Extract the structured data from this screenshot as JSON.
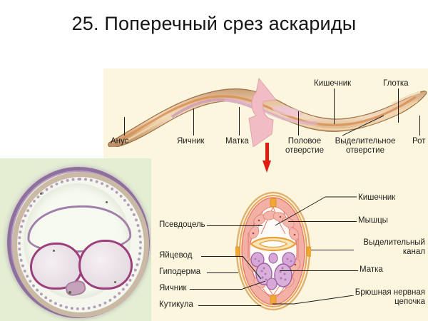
{
  "slide": {
    "title": "25. Поперечный срез аскариды",
    "background_color": "#ffffff",
    "panel_color": "#fbf6dd"
  },
  "photomicrograph": {
    "caption": "",
    "alt_name": "ascaris-cross-section-micrograph",
    "background_color": "#e3eed2",
    "cuticle_ring_color": "#8f6f9e"
  },
  "longitudinal_diagram": {
    "name": "ascaris-whole-body-diagram",
    "labels": [
      {
        "text": "Анус",
        "side": "bottom"
      },
      {
        "text": "Яичник",
        "side": "bottom"
      },
      {
        "text": "Матка",
        "side": "bottom"
      },
      {
        "text": "Половое отверстие",
        "side": "bottom"
      },
      {
        "text": "Выделительное отверстие",
        "side": "bottom"
      },
      {
        "text": "Рот",
        "side": "bottom"
      },
      {
        "text": "Кишечник",
        "side": "top"
      },
      {
        "text": "Глотка",
        "side": "top"
      }
    ],
    "section_marker": "cutting-plane-marker",
    "arrow": {
      "name": "down-arrow",
      "color": "#e01b10"
    }
  },
  "cross_section_diagram": {
    "name": "ascaris-cross-section-diagram",
    "labels_left": [
      {
        "text": "Псевдоцель"
      },
      {
        "text": "Яйцевод"
      },
      {
        "text": "Гиподерма"
      },
      {
        "text": "Яичник"
      },
      {
        "text": "Кутикула"
      }
    ],
    "labels_right": [
      {
        "text": "Кишечник"
      },
      {
        "text": "Мышцы"
      },
      {
        "text": "Выделительный канал"
      },
      {
        "text": "Матка"
      },
      {
        "text": "Брюшная нервная цепочка"
      }
    ],
    "colors": {
      "cuticle": "#e8a857",
      "muscle": "#e4736a",
      "intestine": "#e8a03c",
      "gonad": "#b88ac4"
    }
  }
}
